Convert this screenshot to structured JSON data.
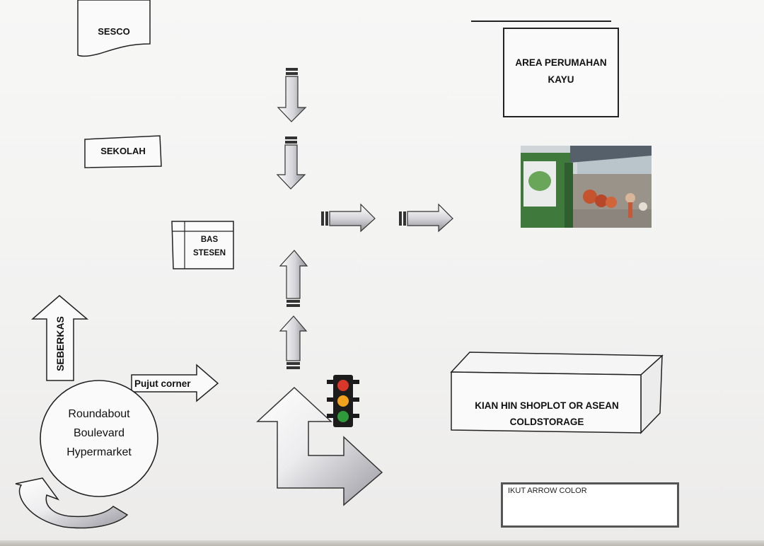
{
  "labels": {
    "sesco": "SESCO",
    "area_perumahan_line1": "AREA PERUMAHAN",
    "area_perumahan_line2": "KAYU",
    "sekolah": "SEKOLAH",
    "bas_line1": "BAS",
    "bas_line2": "STESEN",
    "seberkas": "SEBERKAS",
    "pujut_corner": "Pujut corner",
    "roundabout_line1": "Roundabout",
    "roundabout_line2": "Boulevard",
    "roundabout_line3": "Hypermarket",
    "kian_hin_line1": "KIAN HIN SHOPLOT OR ASEAN",
    "kian_hin_line2": "COLDSTORAGE",
    "legend": "IKUT ARROW COLOR"
  },
  "colors": {
    "paper": "#f4f4f3",
    "ink": "#111111",
    "arrow_light": "#ffffff",
    "arrow_dark": "#8e8e96",
    "traffic_red": "#d8372a",
    "traffic_amber": "#f0a21c",
    "traffic_green": "#2f9a3a",
    "photo_green": "#3f7a3c"
  },
  "icons": {
    "traffic_light": "traffic-light-icon",
    "route_arrow": "route-arrow-icon",
    "u_turn": "u-turn-arrow-icon",
    "photo": "recycling-center-photo"
  }
}
